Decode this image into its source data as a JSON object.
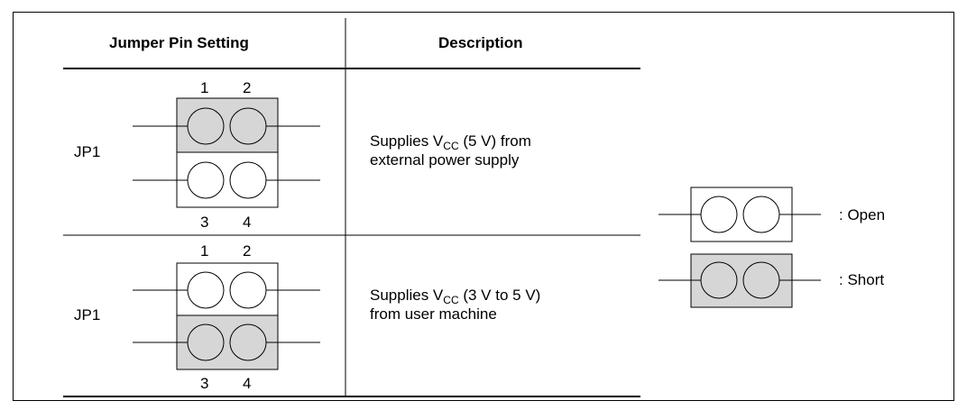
{
  "table": {
    "headers": {
      "setting": "Jumper Pin Setting",
      "description": "Description"
    },
    "rows": [
      {
        "jumper": "JP1",
        "pins_top": [
          "1",
          "2"
        ],
        "pins_bottom": [
          "3",
          "4"
        ],
        "shorted": "1-2",
        "desc_pre": "Supplies V",
        "desc_sub": "CC",
        "desc_post": " (5 V) from",
        "desc_line2": "external power supply"
      },
      {
        "jumper": "JP1",
        "pins_top": [
          "1",
          "2"
        ],
        "pins_bottom": [
          "3",
          "4"
        ],
        "shorted": "3-4",
        "desc_pre": "Supplies V",
        "desc_sub": "CC",
        "desc_post": " (3 V to 5 V)",
        "desc_line2": "from user machine"
      }
    ]
  },
  "legend": {
    "open_label": ": Open",
    "short_label": ": Short"
  },
  "colors": {
    "short_fill": "#d6d6d6",
    "line": "#000000"
  }
}
